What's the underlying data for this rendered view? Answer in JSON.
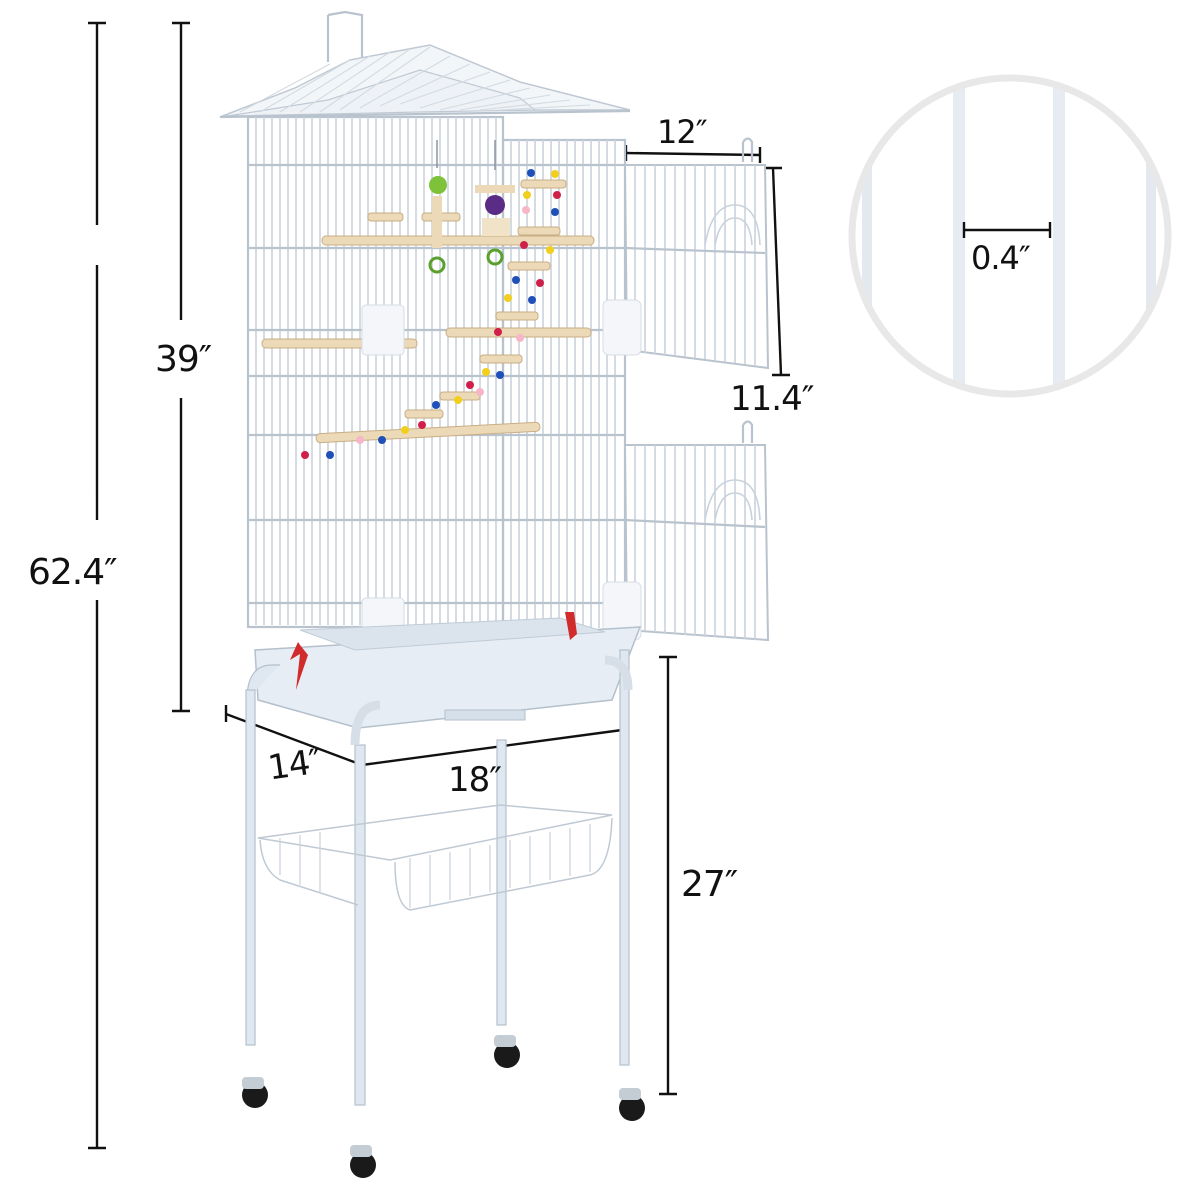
{
  "product": {
    "name": "Bird cage with rolling stand",
    "colors": {
      "wire": "#c9d2dc",
      "frame": "#b9c3ce",
      "perch": "#ecd9b8",
      "tray": "#e6edf4",
      "latch": "#d22b2b",
      "caster_wheel": "#1a1a1a",
      "dimension_line": "#111111"
    }
  },
  "dimensions": {
    "total_height": {
      "label": "62.4″"
    },
    "cage_height": {
      "label": "39″"
    },
    "door_width": {
      "label": "12″"
    },
    "door_height": {
      "label": "11.4″"
    },
    "bar_spacing": {
      "label": "0.4″"
    },
    "depth": {
      "label": "14″"
    },
    "width": {
      "label": "18″"
    },
    "stand_height": {
      "label": "27″"
    }
  },
  "toy_beads": [
    "#1f4fb8",
    "#f2cf1d",
    "#d0204a",
    "#f6b6c8",
    "#2a9a3a",
    "#6a2c8a"
  ]
}
